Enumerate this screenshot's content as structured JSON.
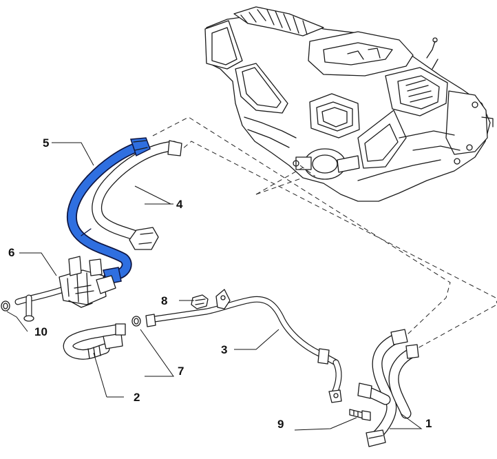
{
  "callouts": {
    "n1": "1",
    "n2": "2",
    "n3": "3",
    "n4": "4",
    "n5": "5",
    "n6": "6",
    "n7": "7",
    "n8": "8",
    "n9": "9",
    "n10": "10"
  },
  "colors": {
    "highlight": "#2f6fe0",
    "line": "#1a1a1a",
    "background": "#ffffff"
  }
}
